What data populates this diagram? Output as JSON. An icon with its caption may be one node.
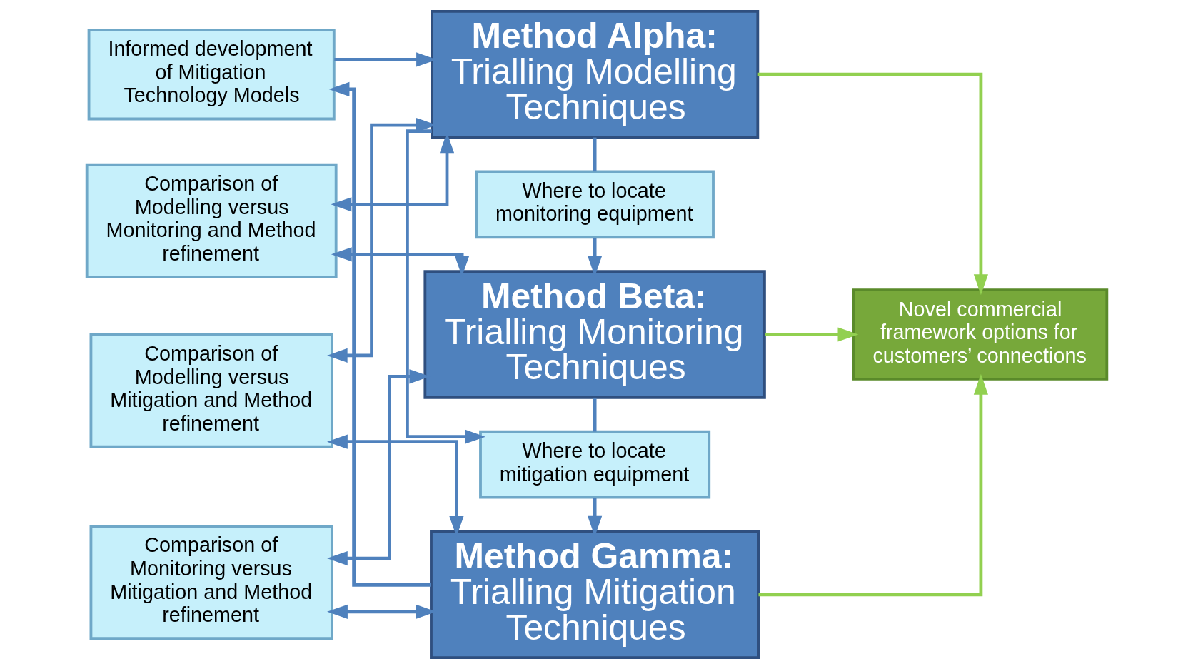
{
  "diagram": {
    "nodes": [
      {
        "text": [
          "Method Alpha:",
          "Trialling Modelling Techniques"
        ]
      },
      {
        "text": [
          "Where to locate monitoring equipment"
        ]
      },
      {
        "text": [
          "Method Beta:",
          "Trialling Monitoring Techniques"
        ]
      },
      {
        "text": [
          "Where to locate mitigation equipment"
        ]
      },
      {
        "text": [
          "Method Gamma:",
          "Trialling Mitigation Techniques"
        ]
      },
      {
        "text": [
          "Comparison of Modelling versus Monitoring and Method refinement"
        ]
      },
      {
        "text": [
          "Comparison of Modelling versus Mitigation and Method refinement"
        ]
      },
      {
        "text": [
          "Comparison of Monitoring versus Mitigation and Method refinement"
        ]
      },
      {
        "text": [
          "Informed development of Mitigation Technology Models"
        ]
      },
      {
        "text": [
          "Novel commercial framework options for customers’ connections"
        ]
      }
    ],
    "edges": [
      {
        "from": 8,
        "to": 0,
        "arrow": "to"
      },
      {
        "from": 6,
        "to": 0,
        "arrow": "both"
      },
      {
        "from": 5,
        "to": 0,
        "arrow": "both"
      },
      {
        "from": 5,
        "to": 2,
        "arrow": "both"
      },
      {
        "from": 7,
        "to": 2,
        "arrow": "both"
      },
      {
        "from": 7,
        "to": 4,
        "arrow": "both"
      },
      {
        "from": 6,
        "to": 4,
        "arrow": "both"
      },
      {
        "from": 4,
        "to": 8,
        "arrow": "to"
      },
      {
        "from": 0,
        "to": 1,
        "arrow": "none"
      },
      {
        "from": 1,
        "to": 2,
        "arrow": "to"
      },
      {
        "from": 2,
        "to": 3,
        "arrow": "none"
      },
      {
        "from": 3,
        "to": 4,
        "arrow": "to"
      },
      {
        "from": 0,
        "to": 3,
        "arrow": "to"
      },
      {
        "from": 0,
        "to": 9,
        "arrow": "to",
        "color": "#92d050"
      },
      {
        "from": 2,
        "to": 9,
        "arrow": "to",
        "color": "#92d050"
      },
      {
        "from": 4,
        "to": 9,
        "arrow": "to",
        "color": "#92d050"
      }
    ]
  }
}
